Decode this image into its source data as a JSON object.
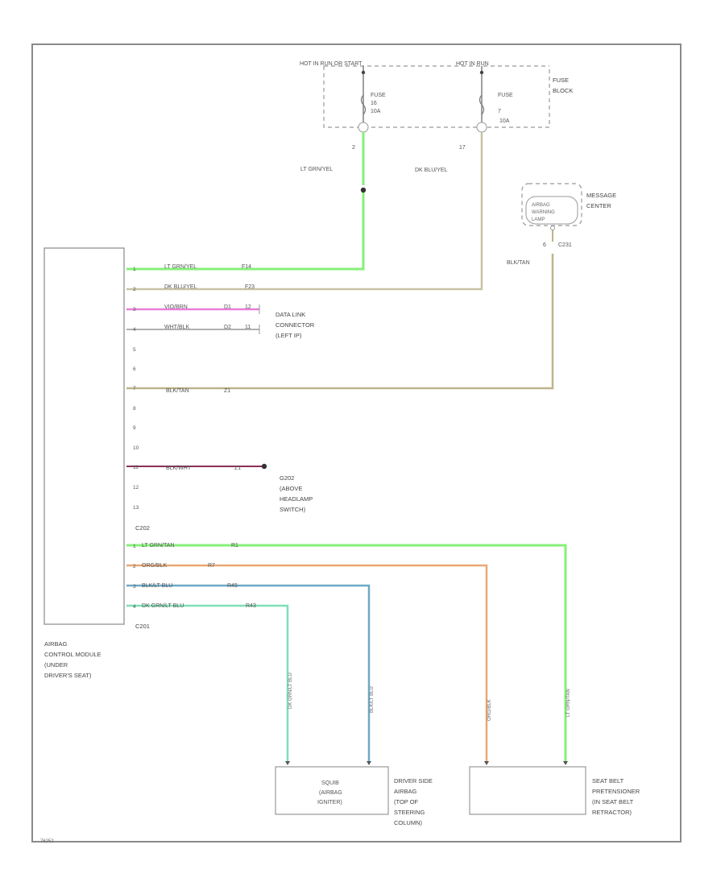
{
  "fuse_block": {
    "hot1": "HOT IN RUN OR START",
    "hot2": "HOT IN RUN",
    "fuse1": "FUSE",
    "fuse1_num": "16",
    "fuse1_amp": "10A",
    "fuse2": "FUSE",
    "fuse2_num": "7",
    "fuse2_amp": "10A",
    "label1": "FUSE",
    "label2": "BLOCK",
    "pin1": "2",
    "pin2": "17"
  },
  "wires_top": {
    "lt_grn_yel": "LT GRN/YEL",
    "dk_blu_yel": "DK BLU/YEL",
    "blk_tan": "BLK/TAN"
  },
  "message_center": {
    "lamp1": "AIRBAG",
    "lamp2": "WARNING",
    "lamp3": "LAMP",
    "label1": "MESSAGE",
    "label2": "CENTER",
    "pin": "6",
    "conn": "C231"
  },
  "module_pins": [
    {
      "num": "1",
      "color": "LT GRN/YEL",
      "circ": "F14"
    },
    {
      "num": "2",
      "color": "DK BLU/YEL",
      "circ": "F23"
    },
    {
      "num": "3",
      "color": "VIO/BRN",
      "circ": "D1",
      "pin": "12"
    },
    {
      "num": "4",
      "color": "WHT/BLK",
      "circ": "D2",
      "pin": "11"
    },
    {
      "num": "5"
    },
    {
      "num": "6"
    },
    {
      "num": "7",
      "color": "BLK/TAN",
      "circ": "Z1"
    },
    {
      "num": "8"
    },
    {
      "num": "9"
    },
    {
      "num": "10"
    },
    {
      "num": "11",
      "color": "BLK/WHT",
      "circ": "Z1"
    },
    {
      "num": "12"
    },
    {
      "num": "13"
    }
  ],
  "c202_pins": [
    {
      "num": "1",
      "color": "LT GRN/TAN",
      "circ": "R1"
    },
    {
      "num": "2",
      "color": "ORG/BLK",
      "circ": "R7"
    }
  ],
  "c201_pins": [
    {
      "num": "3",
      "color": "BLK/LT BLU",
      "circ": "R45"
    },
    {
      "num": "4",
      "color": "DK GRN/LT BLU",
      "circ": "R43"
    }
  ],
  "data_link": {
    "line1": "DATA LINK",
    "line2": "CONNECTOR",
    "line3": "(LEFT IP)"
  },
  "ground": {
    "line1": "G202",
    "line2": "(ABOVE",
    "line3": "HEADLAMP",
    "line4": "SWITCH)"
  },
  "connectors": {
    "c202": "C202",
    "c201": "C201"
  },
  "airbag_module": {
    "line1": "AIRBAG",
    "line2": "CONTROL MODULE",
    "line3": "(UNDER",
    "line4": "DRIVER'S SEAT)"
  },
  "vertical_wires": {
    "dk_grn_lt_blu": "DK GRN/LT BLU",
    "blk_lt_blu": "BLK/LT BLU",
    "org_blk": "ORG/BLK",
    "lt_grn_tan": "LT GRN/TAN"
  },
  "squib": {
    "line1": "SQUIB",
    "line2": "(AIRBAG",
    "line3": "IGNITER)"
  },
  "driver_airbag": {
    "line1": "DRIVER SIDE",
    "line2": "AIRBAG",
    "line3": "(TOP OF",
    "line4": "STEERING",
    "line5": "COLUMN)"
  },
  "pretensioner": {
    "line1": "SEAT BELT",
    "line2": "PRETENSIONER",
    "line3": "(IN SEAT BELT",
    "line4": "RETRACTOR)"
  },
  "footer": "76252",
  "colors": {
    "green": "#86f07a",
    "tan": "#c8c2a6",
    "beige_dark": "#bdb48d",
    "pink": "#e87fd8",
    "gray": "#b0b0b0",
    "maroon": "#8a2f5a",
    "orange": "#e9a774",
    "blue": "#6ea9c6",
    "teal": "#7ee0b8"
  }
}
